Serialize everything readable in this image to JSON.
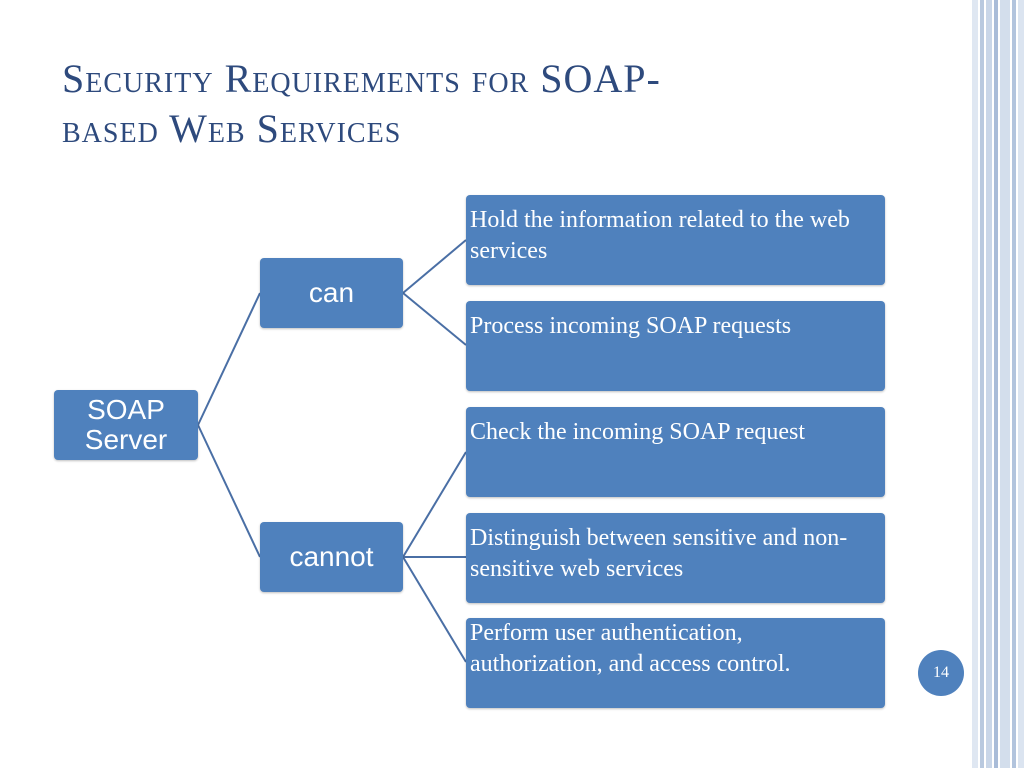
{
  "slide": {
    "title_line1": "Security Requirements for  SOAP-",
    "title_line2": "based Web Services",
    "page_number": "14"
  },
  "diagram": {
    "root": "SOAP Server",
    "branches": [
      {
        "label": "can",
        "leaves": [
          "Hold the information related to the web services",
          "Process incoming SOAP requests"
        ]
      },
      {
        "label": "cannot",
        "leaves": [
          "Check the incoming SOAP request",
          "Distinguish between sensitive and non-sensitive web services",
          "Perform user authentication, authorization, and access control."
        ]
      }
    ]
  },
  "colors": {
    "node_fill": "#4f81bd",
    "title_color": "#2e4a7d",
    "connector_color": "#4a6fa5"
  }
}
